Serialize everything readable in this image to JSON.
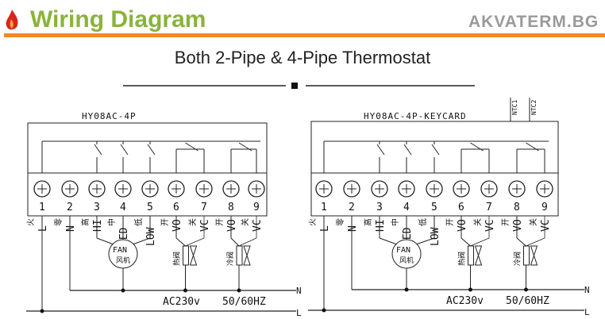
{
  "header": {
    "title": "Wiring Diagram",
    "watermark": "AKVATERM.BG",
    "subtitle": "Both 2-Pipe & 4-Pipe Thermostat",
    "accent": "#f08a24",
    "title_color": "#8ab33a"
  },
  "terminal_labels": [
    {
      "num": "1",
      "cn": "火",
      "en": "L"
    },
    {
      "num": "2",
      "cn": "零",
      "en": "N"
    },
    {
      "num": "3",
      "cn": "高",
      "en": "HI"
    },
    {
      "num": "4",
      "cn": "中",
      "en": "MED"
    },
    {
      "num": "5",
      "cn": "低",
      "en": "LOW"
    },
    {
      "num": "6",
      "cn": "开",
      "en": "VO"
    },
    {
      "num": "7",
      "cn": "关",
      "en": "VC"
    },
    {
      "num": "8",
      "cn": "开",
      "en": "VO"
    },
    {
      "num": "9",
      "cn": "关",
      "en": "VC"
    }
  ],
  "fan": {
    "en": "FAN",
    "cn": "风机"
  },
  "valves": {
    "hot": "热阀",
    "cold": "冷阀"
  },
  "supply": {
    "voltage": "AC230v",
    "frequency": "50/60HZ",
    "neutral": "N",
    "live": "L"
  },
  "panels": [
    {
      "model": "HY08AC-4P"
    },
    {
      "model": "HY08AC-4P-KEYCARD",
      "sensors": [
        "NTC1",
        "NTC2"
      ]
    }
  ]
}
